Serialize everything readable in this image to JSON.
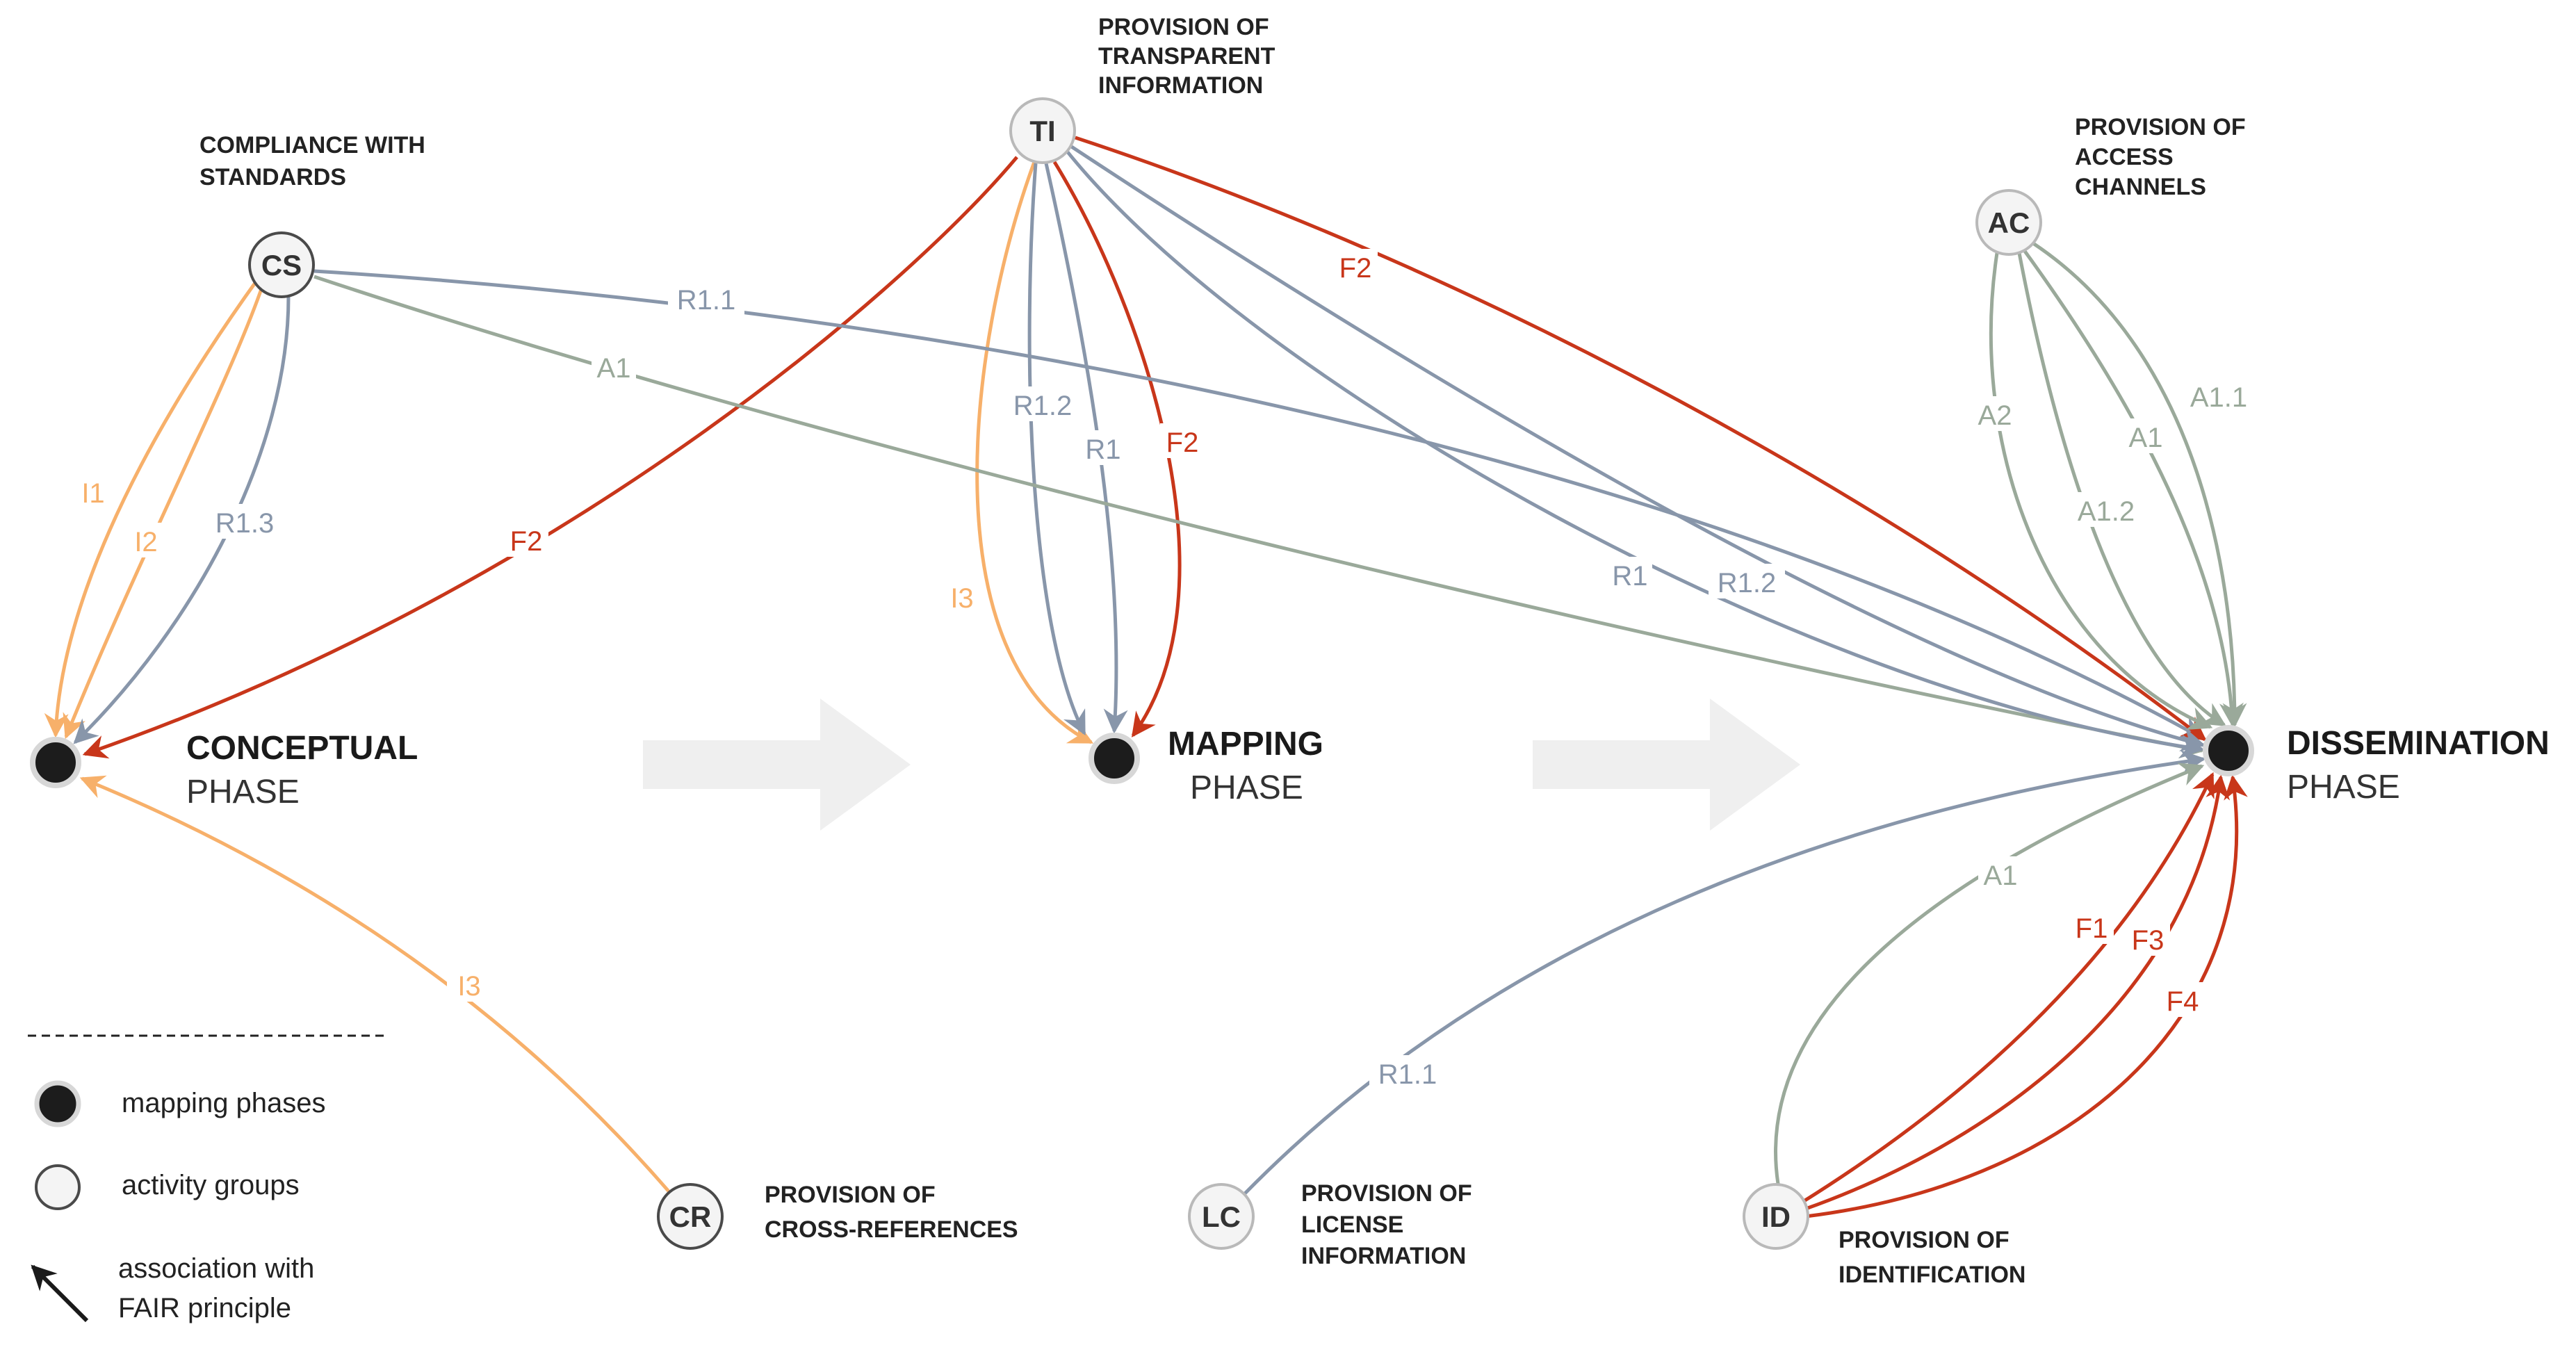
{
  "colors": {
    "orange": "#f7b06a",
    "red": "#c8361a",
    "blue_gray": "#8896aa",
    "sage": "#9aa99a",
    "phase_node": "#1c1c1c",
    "flow_arrow": "#efefef"
  },
  "phases": [
    {
      "id": "conceptual",
      "title": "CONCEPTUAL",
      "subtitle": "PHASE"
    },
    {
      "id": "mapping",
      "title": "MAPPING",
      "subtitle": "PHASE"
    },
    {
      "id": "dissemination",
      "title": "DISSEMINATION",
      "subtitle": "PHASE"
    }
  ],
  "groups": [
    {
      "id": "TI",
      "code": "TI",
      "caption": [
        "PROVISION OF",
        "TRANSPARENT",
        "INFORMATION"
      ],
      "border": "light"
    },
    {
      "id": "CS",
      "code": "CS",
      "caption": [
        "COMPLIANCE WITH",
        "STANDARDS"
      ],
      "border": "dark"
    },
    {
      "id": "AC",
      "code": "AC",
      "caption": [
        "PROVISION OF",
        "ACCESS",
        "CHANNELS"
      ],
      "border": "light"
    },
    {
      "id": "CR",
      "code": "CR",
      "caption": [
        "PROVISION OF",
        "CROSS-REFERENCES"
      ],
      "border": "dark"
    },
    {
      "id": "LC",
      "code": "LC",
      "caption": [
        "PROVISION OF",
        "LICENSE",
        "INFORMATION"
      ],
      "border": "light"
    },
    {
      "id": "ID",
      "code": "ID",
      "caption": [
        "PROVISION OF",
        "IDENTIFICATION"
      ],
      "border": "light"
    }
  ],
  "edges": [
    {
      "from": "CS",
      "to": "conceptual",
      "label": "I1",
      "color": "orange"
    },
    {
      "from": "CS",
      "to": "conceptual",
      "label": "I2",
      "color": "orange"
    },
    {
      "from": "CS",
      "to": "conceptual",
      "label": "R1.3",
      "color": "blue_gray"
    },
    {
      "from": "TI",
      "to": "conceptual",
      "label": "F2",
      "color": "red"
    },
    {
      "from": "CR",
      "to": "conceptual",
      "label": "I3",
      "color": "orange"
    },
    {
      "from": "TI",
      "to": "mapping",
      "label": "I3",
      "color": "orange"
    },
    {
      "from": "TI",
      "to": "mapping",
      "label": "R1.2",
      "color": "blue_gray"
    },
    {
      "from": "TI",
      "to": "mapping",
      "label": "R1",
      "color": "blue_gray"
    },
    {
      "from": "TI",
      "to": "mapping",
      "label": "F2",
      "color": "red"
    },
    {
      "from": "CS",
      "to": "dissemination",
      "label": "R1.1",
      "color": "blue_gray"
    },
    {
      "from": "CS",
      "to": "dissemination",
      "label": "A1",
      "color": "sage"
    },
    {
      "from": "TI",
      "to": "dissemination",
      "label": "F2",
      "color": "red"
    },
    {
      "from": "TI",
      "to": "dissemination",
      "label": "R1",
      "color": "blue_gray"
    },
    {
      "from": "TI",
      "to": "dissemination",
      "label": "R1.2",
      "color": "blue_gray"
    },
    {
      "from": "AC",
      "to": "dissemination",
      "label": "A2",
      "color": "sage"
    },
    {
      "from": "AC",
      "to": "dissemination",
      "label": "A1.2",
      "color": "sage"
    },
    {
      "from": "AC",
      "to": "dissemination",
      "label": "A1",
      "color": "sage"
    },
    {
      "from": "AC",
      "to": "dissemination",
      "label": "A1.1",
      "color": "sage"
    },
    {
      "from": "LC",
      "to": "dissemination",
      "label": "R1.1",
      "color": "blue_gray"
    },
    {
      "from": "ID",
      "to": "dissemination",
      "label": "A1",
      "color": "sage"
    },
    {
      "from": "ID",
      "to": "dissemination",
      "label": "F1",
      "color": "red"
    },
    {
      "from": "ID",
      "to": "dissemination",
      "label": "F3",
      "color": "red"
    },
    {
      "from": "ID",
      "to": "dissemination",
      "label": "F4",
      "color": "red"
    }
  ],
  "legend": {
    "phases_label": "mapping phases",
    "groups_label": "activity groups",
    "association_label": [
      "association with",
      "FAIR principle"
    ]
  }
}
